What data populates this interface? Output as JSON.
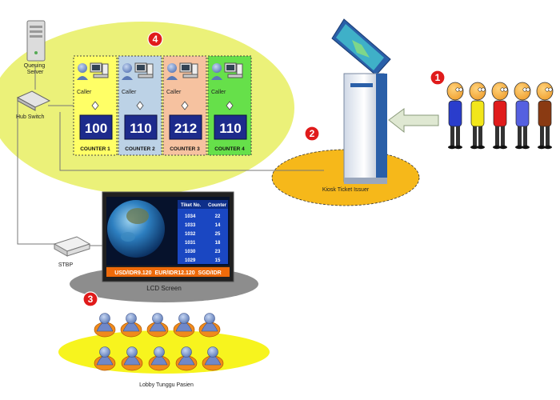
{
  "server_label": "Queuing Server",
  "hub_label": "Hub Switch",
  "stbp_label": "STBP",
  "kiosk_label": "Kiosk Ticket Issuer",
  "lcd_label": "LCD Screen",
  "lobby_label": "Lobby Tunggu Pasien",
  "badges": [
    "1",
    "2",
    "3",
    "4"
  ],
  "counters": [
    {
      "caller": "Caller",
      "number": "100",
      "name": "COUNTER 1",
      "color": "#ffff66"
    },
    {
      "caller": "Caller",
      "number": "110",
      "name": "COUNTER 2",
      "color": "#bcd2e6"
    },
    {
      "caller": "Caller",
      "number": "212",
      "name": "COUNTER 3",
      "color": "#f6c2a0"
    },
    {
      "caller": "Caller",
      "number": "110",
      "name": "COUNTER 4",
      "color": "#66e04a"
    }
  ],
  "lcd_table": {
    "headers": [
      "Tiket No.",
      "Counter"
    ],
    "rows": [
      [
        "1034",
        "22"
      ],
      [
        "1033",
        "14"
      ],
      [
        "1032",
        "25"
      ],
      [
        "1031",
        "18"
      ],
      [
        "1030",
        "23"
      ],
      [
        "1029",
        "15"
      ]
    ]
  },
  "lcd_ticker": "USD/IDR9.120  EUR/IDR12.120  SGD/IDR",
  "queue_colors": [
    "#2a3dcc",
    "#f2e61a",
    "#e01b1b",
    "#5560e0",
    "#8a3a12"
  ]
}
